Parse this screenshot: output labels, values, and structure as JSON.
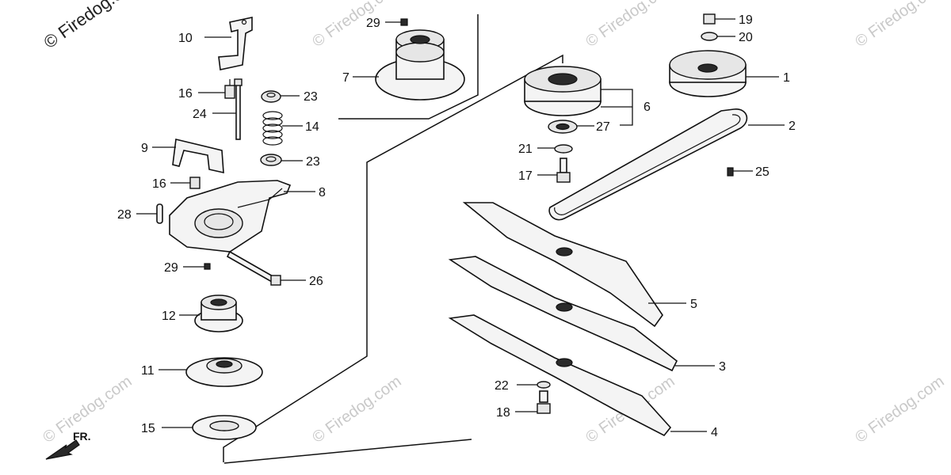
{
  "watermark": {
    "main": "© Firedog.com",
    "faint": "© Firedog.com"
  },
  "direction_label": "FR.",
  "callouts": [
    {
      "key": "c10",
      "label": "10",
      "part": "bracket-icon"
    },
    {
      "key": "c16a",
      "label": "16",
      "part": "bolt-icon"
    },
    {
      "key": "c24",
      "label": "24",
      "part": "pin-icon"
    },
    {
      "key": "c23a",
      "label": "23",
      "part": "washer-icon"
    },
    {
      "key": "c14",
      "label": "14",
      "part": "spring-icon"
    },
    {
      "key": "c23b",
      "label": "23",
      "part": "washer-icon"
    },
    {
      "key": "c9",
      "label": "9",
      "part": "bracket-icon"
    },
    {
      "key": "c16b",
      "label": "16",
      "part": "bolt-icon"
    },
    {
      "key": "c8",
      "label": "8",
      "part": "tension-arm-icon"
    },
    {
      "key": "c28",
      "label": "28",
      "part": "pin-icon"
    },
    {
      "key": "c29b",
      "label": "29",
      "part": "clip-icon"
    },
    {
      "key": "c26",
      "label": "26",
      "part": "bolt-icon"
    },
    {
      "key": "c12",
      "label": "12",
      "part": "pulley-icon"
    },
    {
      "key": "c11",
      "label": "11",
      "part": "cover-icon"
    },
    {
      "key": "c15",
      "label": "15",
      "part": "lock-washer-icon"
    },
    {
      "key": "c29a",
      "label": "29",
      "part": "clip-icon"
    },
    {
      "key": "c7",
      "label": "7",
      "part": "idler-pulley-icon"
    },
    {
      "key": "c6",
      "label": "6",
      "part": "blade-holder-icon"
    },
    {
      "key": "c27",
      "label": "27",
      "part": "bearing-icon"
    },
    {
      "key": "c21",
      "label": "21",
      "part": "washer-icon"
    },
    {
      "key": "c17",
      "label": "17",
      "part": "bolt-icon"
    },
    {
      "key": "c19",
      "label": "19",
      "part": "nut-icon"
    },
    {
      "key": "c20",
      "label": "20",
      "part": "washer-icon"
    },
    {
      "key": "c1",
      "label": "1",
      "part": "pulley-icon"
    },
    {
      "key": "c2",
      "label": "2",
      "part": "belt-icon"
    },
    {
      "key": "c25",
      "label": "25",
      "part": "clip-icon"
    },
    {
      "key": "c5",
      "label": "5",
      "part": "blade-icon"
    },
    {
      "key": "c3",
      "label": "3",
      "part": "blade-icon"
    },
    {
      "key": "c4",
      "label": "4",
      "part": "blade-icon"
    },
    {
      "key": "c22",
      "label": "22",
      "part": "washer-icon"
    },
    {
      "key": "c18",
      "label": "18",
      "part": "bolt-icon"
    }
  ]
}
